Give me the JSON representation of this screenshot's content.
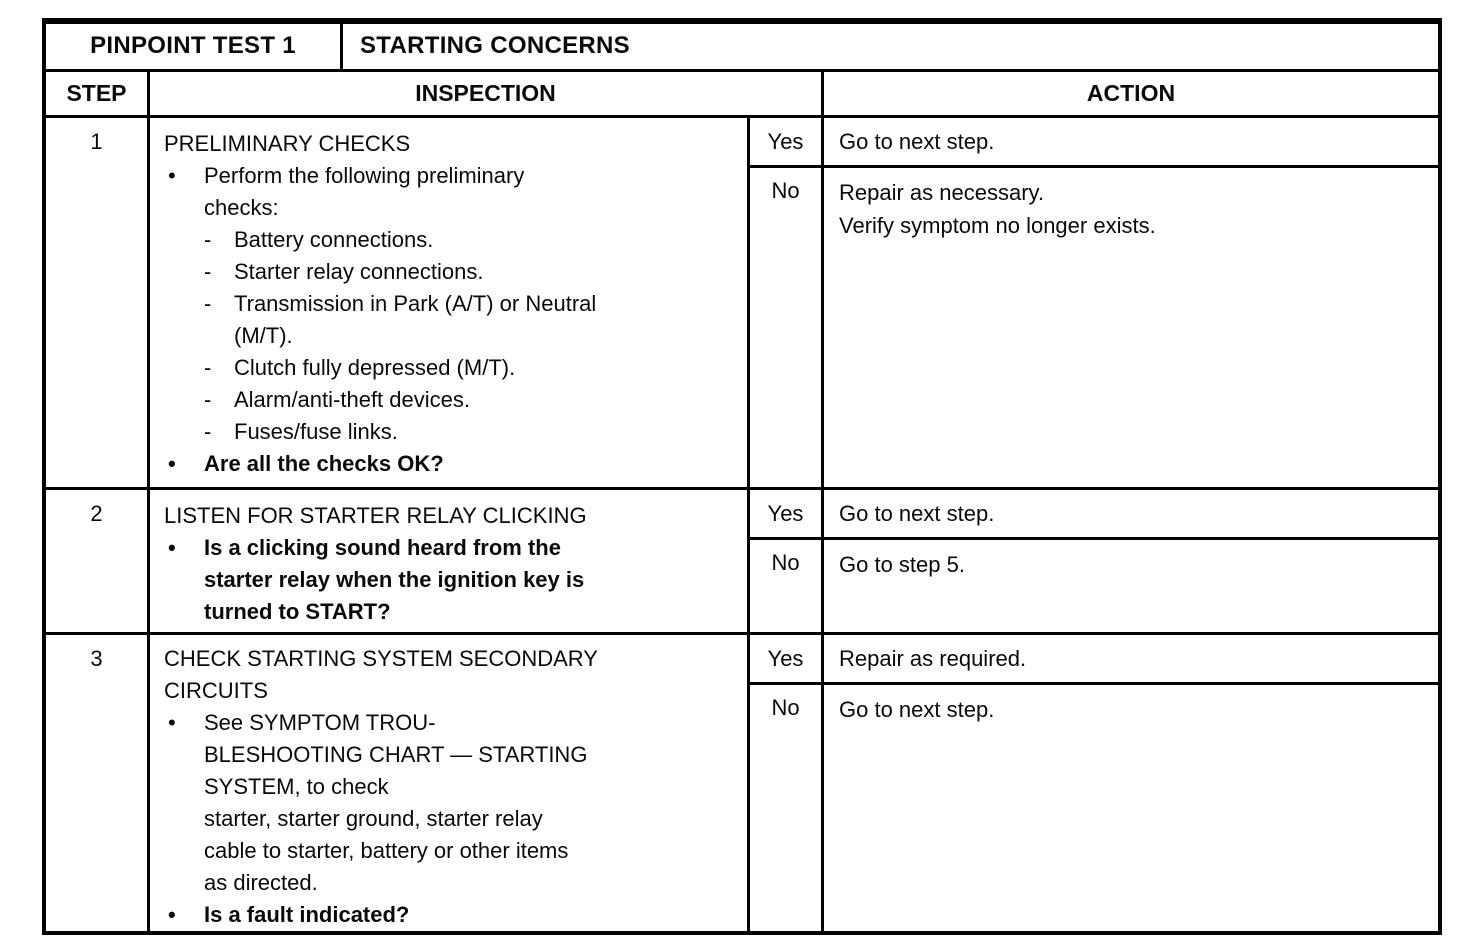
{
  "header": {
    "test_label": "PINPOINT TEST 1",
    "test_title": "STARTING CONCERNS",
    "col_step": "STEP",
    "col_inspection": "INSPECTION",
    "col_action": "ACTION"
  },
  "labels": {
    "yes": "Yes",
    "no": "No"
  },
  "steps": [
    {
      "number": "1",
      "title": "PRELIMINARY CHECKS",
      "bullet1": "Perform the following preliminary\nchecks:",
      "checks": [
        "Battery connections.",
        "Starter relay connections.",
        "Transmission in Park (A/T) or Neutral\n(M/T).",
        "Clutch fully depressed (M/T).",
        "Alarm/anti-theft devices.",
        "Fuses/fuse links."
      ],
      "question": "Are all the checks OK?",
      "yes_action": "Go to next step.",
      "no_action": "Repair as necessary.\nVerify symptom no longer exists."
    },
    {
      "number": "2",
      "title": "LISTEN FOR STARTER RELAY CLICKING",
      "question": "Is a clicking sound heard from the\nstarter relay when the ignition key is\nturned to START?",
      "yes_action": "Go to next step.",
      "no_action": "Go to step 5."
    },
    {
      "number": "3",
      "title": "CHECK STARTING SYSTEM SECONDARY\nCIRCUITS",
      "bullet1": "See SYMPTOM TROU-\nBLESHOOTING CHART — STARTING\nSYSTEM, to check\nstarter, starter ground, starter relay\ncable to starter, battery or other items\nas directed.",
      "question": "Is a fault indicated?",
      "yes_action": "Repair as required.",
      "no_action": "Go to next step."
    }
  ],
  "glyphs": {
    "bullet": "•",
    "dash": "-"
  }
}
